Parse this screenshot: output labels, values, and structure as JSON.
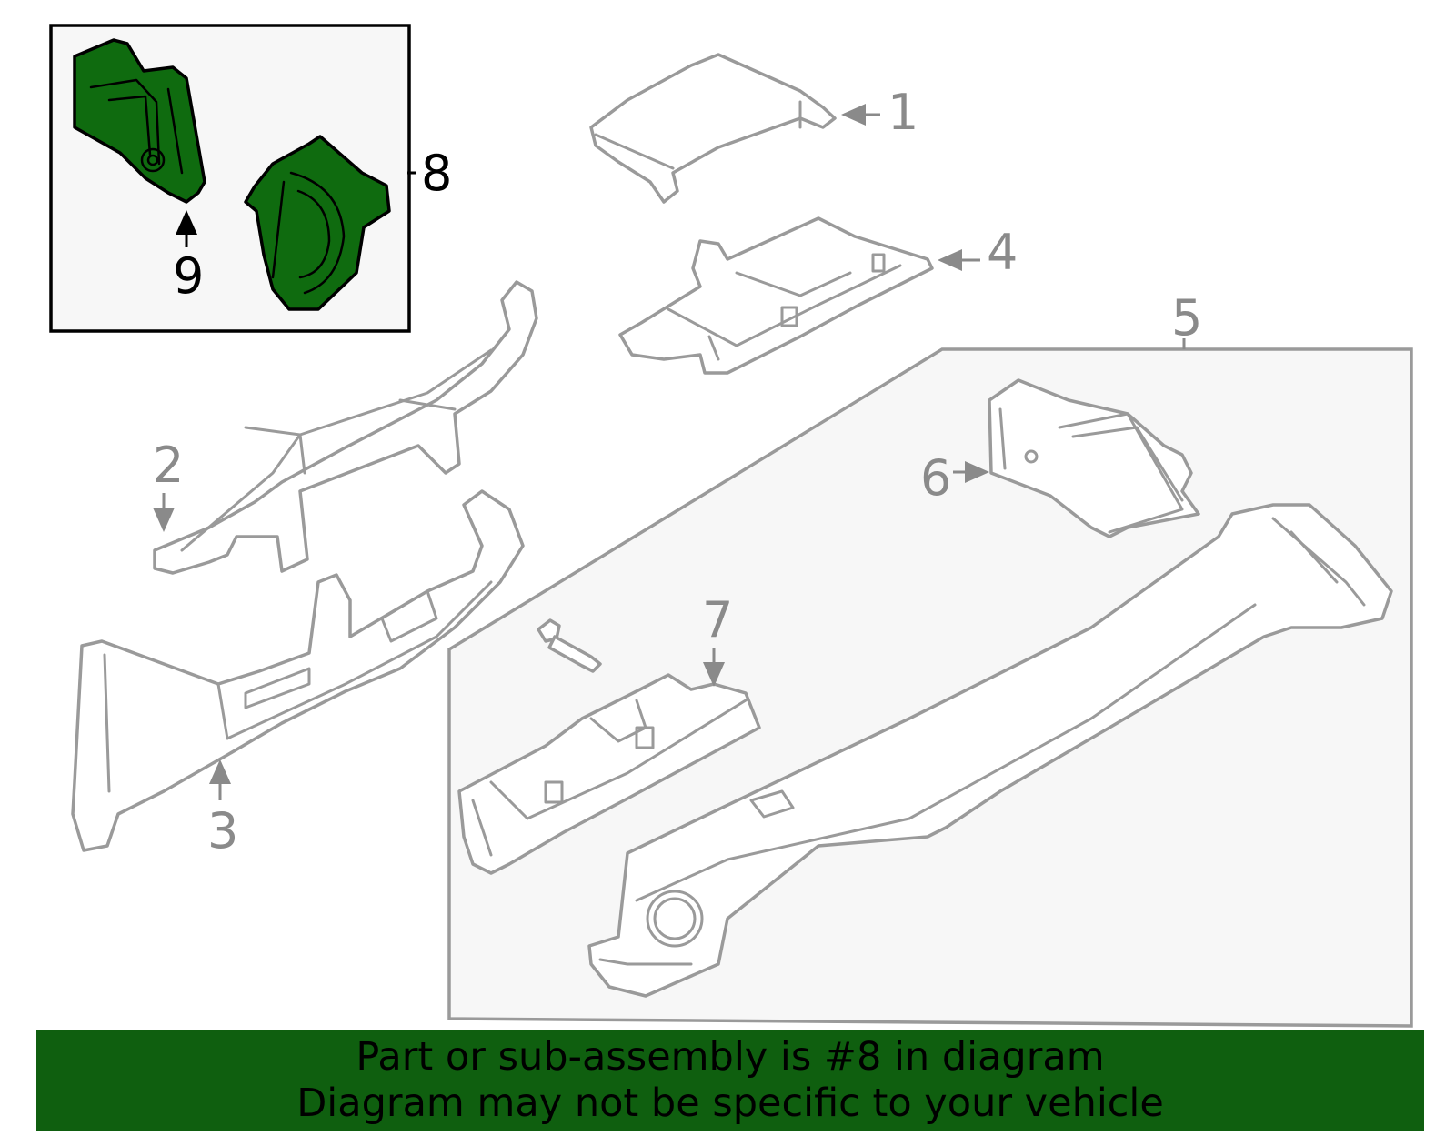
{
  "colors": {
    "highlight_green": "#0f6b0f",
    "banner_green": "#0f5f0f",
    "line_gray": "#9a9a9a",
    "panel_fill": "#f7f7f7"
  },
  "callouts": {
    "c1": "1",
    "c2": "2",
    "c3": "3",
    "c4": "4",
    "c5": "5",
    "c6": "6",
    "c7": "7",
    "c8": "8",
    "c9": "9"
  },
  "banner": {
    "line1": "Part or sub-assembly is #8 in diagram",
    "line2": "Diagram may not be specific to your vehicle"
  }
}
